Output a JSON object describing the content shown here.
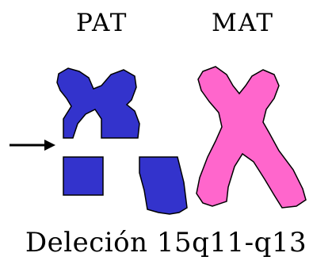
{
  "labels": {
    "paternal": "PAT",
    "maternal": "MAT"
  },
  "caption": "Deleción 15q11-q13",
  "colors": {
    "paternal": "#3333cc",
    "maternal": "#ff66cc",
    "outline": "#000000",
    "arrow": "#000000"
  }
}
